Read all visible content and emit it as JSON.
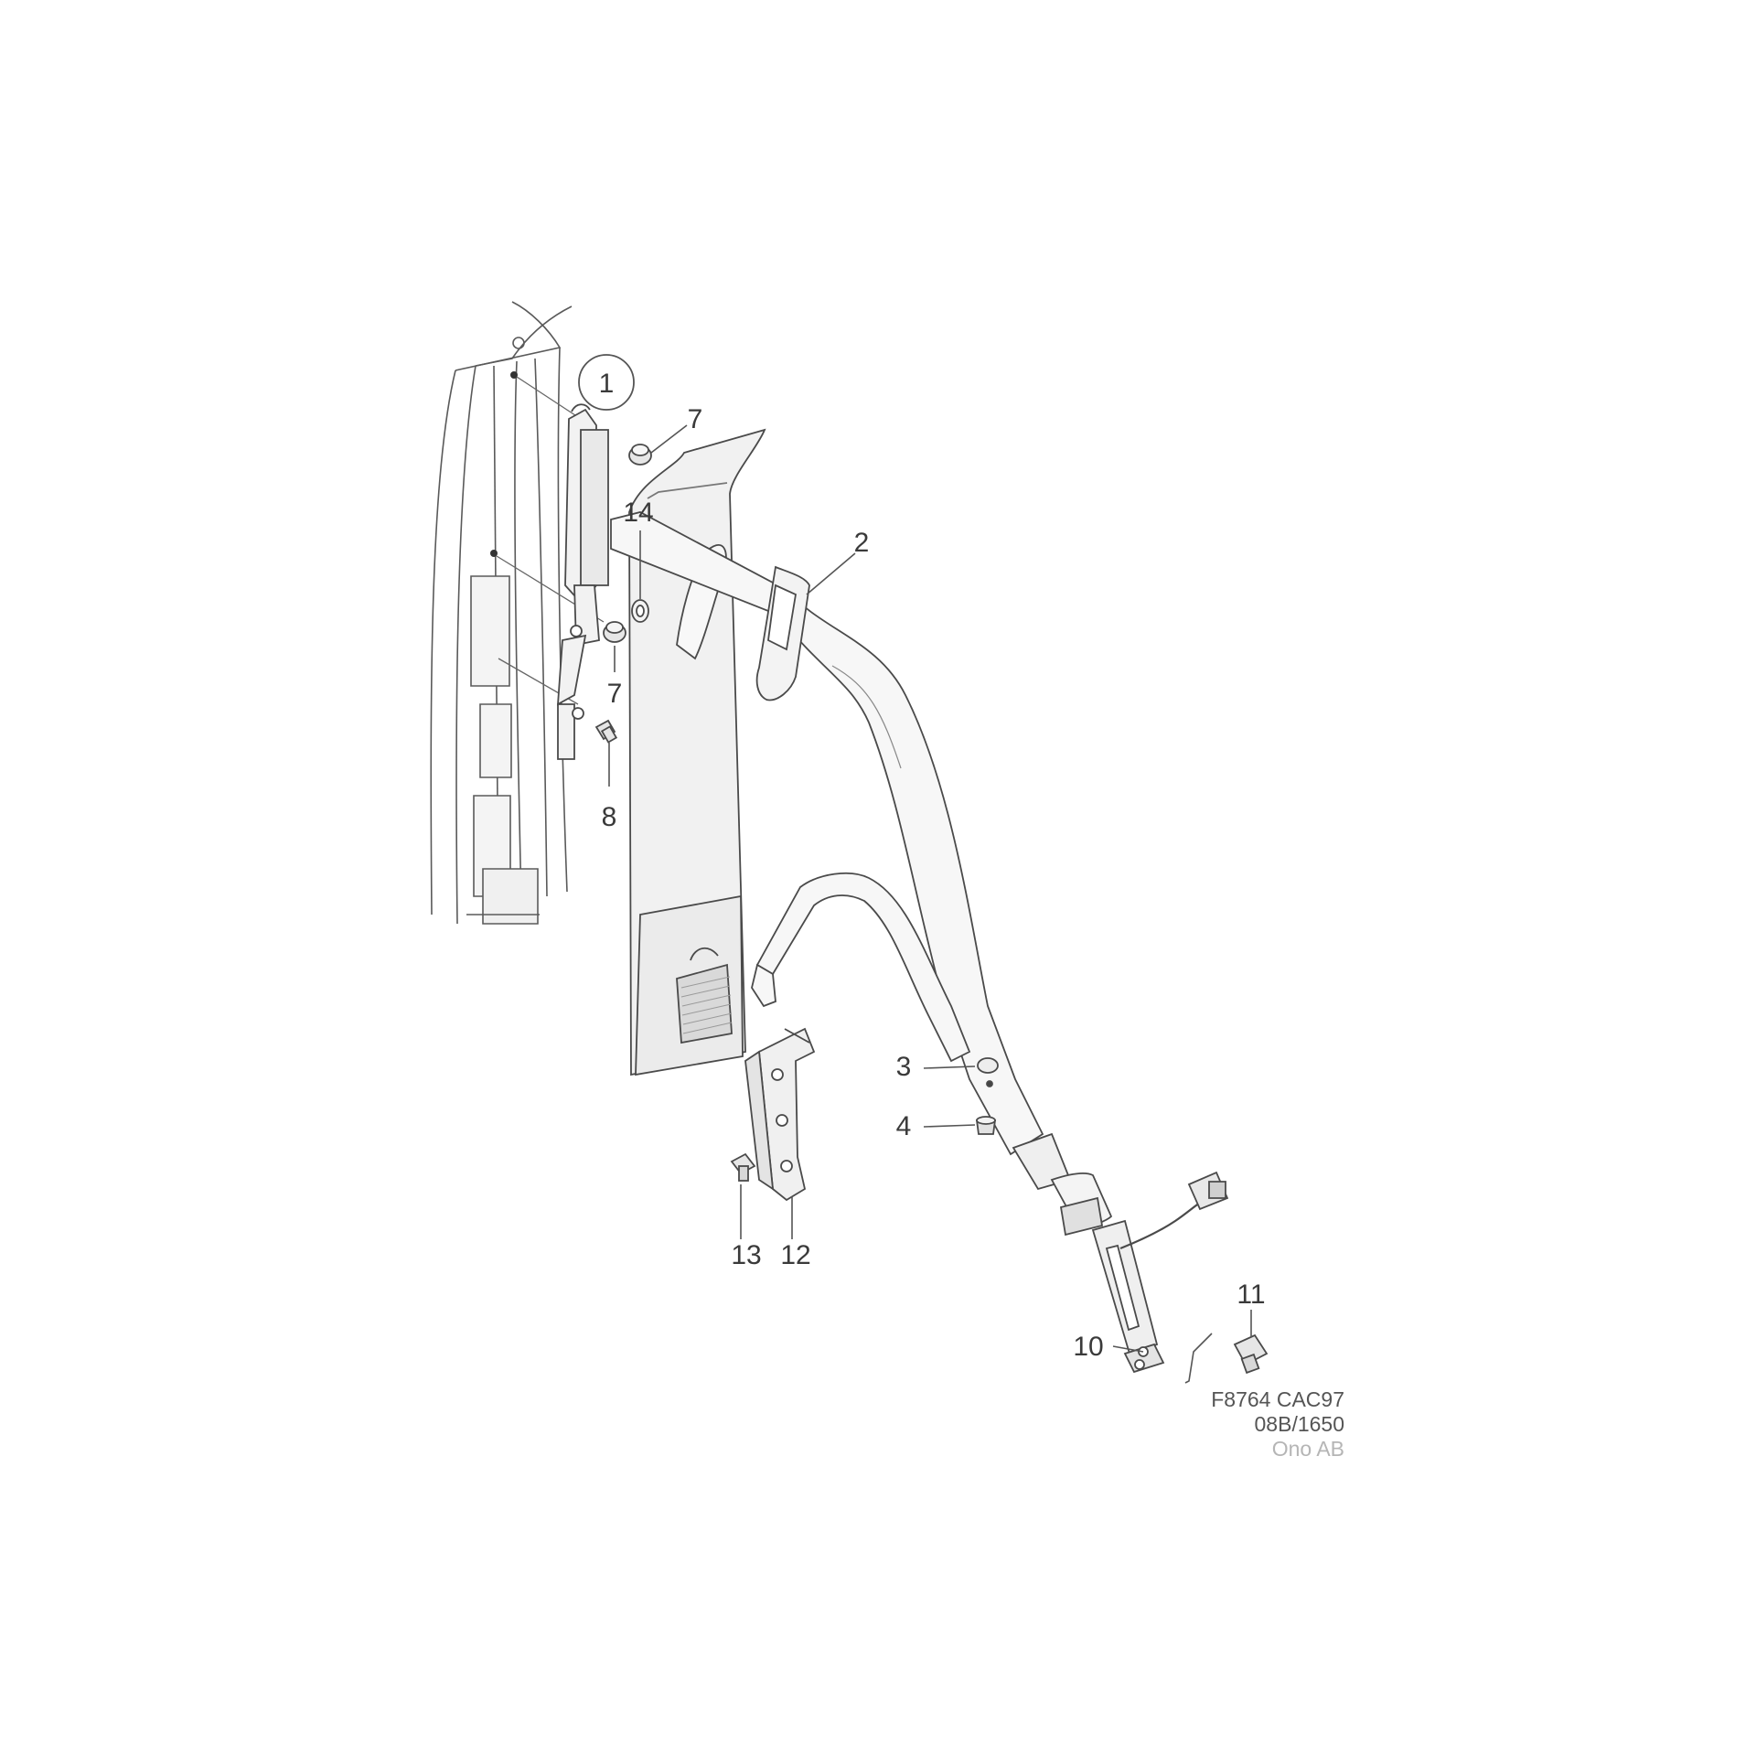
{
  "diagram": {
    "callouts": {
      "c1": "1",
      "c2": "2",
      "c3": "3",
      "c4": "4",
      "c7a": "7",
      "c7b": "7",
      "c8": "8",
      "c10": "10",
      "c11": "11",
      "c12": "12",
      "c13": "13",
      "c14": "14"
    },
    "reference": {
      "line1": "F8764 CAC97",
      "line2": "08B/1650",
      "line3": "Ono AB"
    },
    "colors": {
      "ink": "#4a4a4a",
      "panel_fill": "#f1f1f1",
      "belt_fill": "#f7f7f7",
      "muted_text": "#b5b5b5"
    }
  }
}
